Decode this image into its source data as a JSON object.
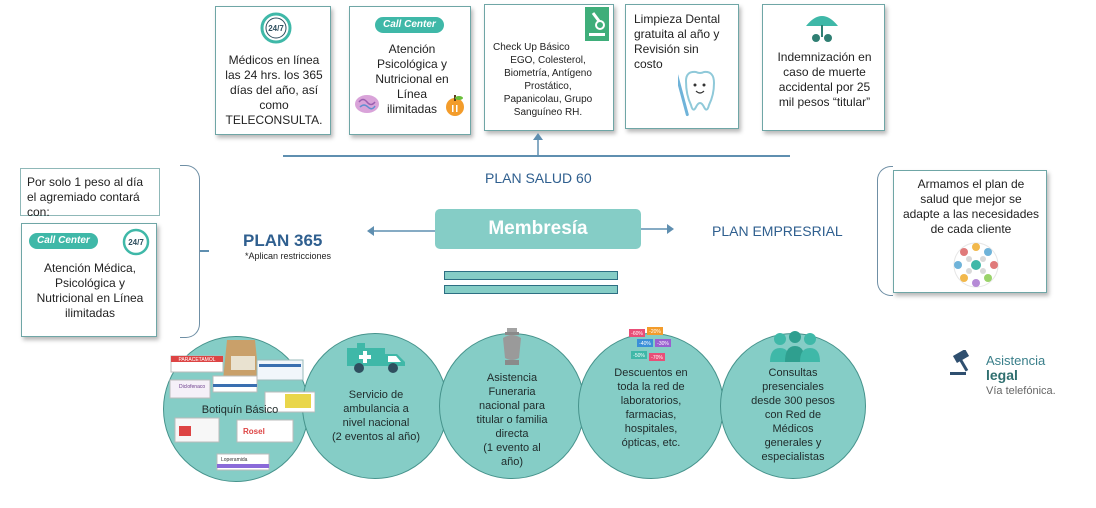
{
  "top_boxes": {
    "telemedicine": {
      "badge": "24/7",
      "text_lines": [
        "Médicos en línea",
        "las 24 hrs. los 365",
        "días del año, así",
        "como",
        "TELECONSULTA."
      ]
    },
    "psych": {
      "badge": "Call Center",
      "text_lines": [
        "Atención",
        "Psicológica y",
        "Nutricional en",
        "Línea",
        "ilimitadas"
      ]
    },
    "checkup": {
      "text_lines": [
        "Check Up Básico",
        "EGO, Colesterol,",
        "Biometría, Antígeno",
        "Prostático,",
        "Papanicolau, Grupo",
        "Sanguíneo RH."
      ]
    },
    "dental": {
      "text_lines": [
        "Limpieza Dental",
        "gratuita al año y",
        "Revisión sin",
        "costo"
      ]
    },
    "insurance": {
      "text_lines": [
        "Indemnización en",
        "caso de muerte",
        "accidental por 25",
        "mil pesos “titular”"
      ]
    }
  },
  "plans": {
    "salud60": "PLAN SALUD 60",
    "plan365": "PLAN 365",
    "plan365_note": "*Aplican restricciones",
    "empresarial": "PLAN EMPRESRIAL"
  },
  "center_label": "Membresía",
  "left_intro_lines": [
    "Por solo 1 peso al día",
    "el agremiado contará",
    "con:"
  ],
  "left_box": {
    "badge": "Call Center",
    "badge2": "24/7",
    "text_lines": [
      "Atención Médica,",
      "Psicológica y",
      "Nutricional en Línea",
      "ilimitadas"
    ]
  },
  "right_box": {
    "text_lines": [
      "Armamos el plan de",
      "salud que mejor se",
      "adapte a las necesidades",
      "de cada cliente"
    ]
  },
  "circles": {
    "botiquin": "Botiquín Básico",
    "ambulance_lines": [
      "Servicio de",
      "ambulancia a",
      "nivel nacional",
      "(2 eventos al año)"
    ],
    "funeral_lines": [
      "Asistencia",
      "Funeraria",
      "nacional para",
      "titular o familia",
      "directa",
      "(1 evento al",
      "año)"
    ],
    "discounts_lines": [
      "Descuentos en",
      "toda la red de",
      "laboratorios,",
      "farmacias,",
      "hospitales,",
      "ópticas, etc."
    ],
    "consults_lines": [
      "Consultas",
      "presenciales",
      "desde 300 pesos",
      "con Red de",
      "Médicos",
      "generales y",
      "especialistas"
    ]
  },
  "product_labels": [
    "PARACETAMOL",
    "Diclofenaco",
    "Loperamida",
    "Rosel"
  ],
  "discount_tags": [
    "-60%",
    "-20%",
    "-40%",
    "-30%",
    "-50%",
    "-70%"
  ],
  "legal": {
    "title": "Asistencia",
    "subtitle": "legal",
    "line": "Vía telefónica."
  },
  "colors": {
    "teal": "#85cdc6",
    "plan_blue": "#2f5f8f",
    "accent": "#3fb8a8",
    "box_border": "#6fa6a6"
  }
}
